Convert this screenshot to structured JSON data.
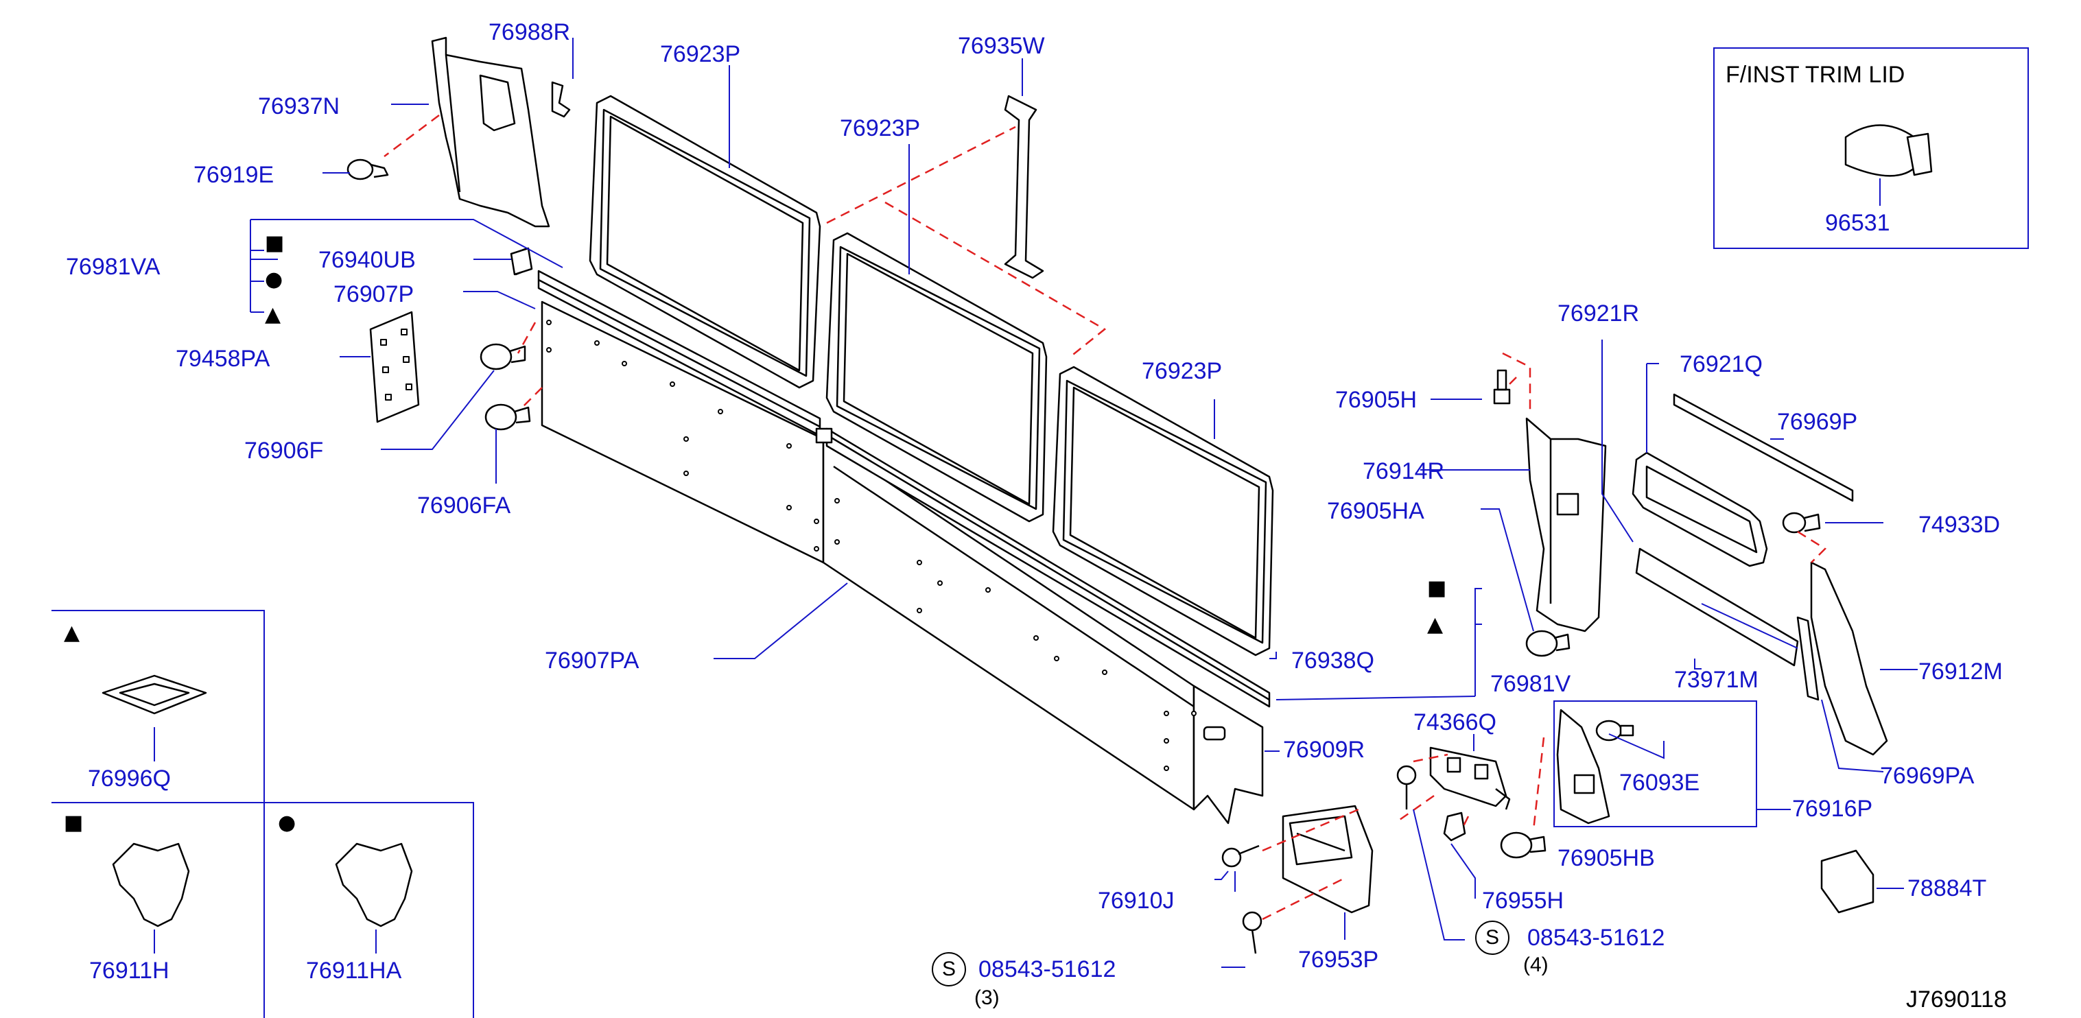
{
  "diagram_id": "J7690118",
  "inset_title": "F/INST  TRIM  LID",
  "legend": {
    "square": "■",
    "circle": "●",
    "triangle": "▲"
  },
  "screw_symbol": "S",
  "colors": {
    "label": "#1515c8",
    "leader": "#1515c8",
    "parts": "#000000",
    "dashed_link": "#e02020"
  },
  "parts": {
    "p76988R": "76988R",
    "p76923P_a": "76923P",
    "p76935W": "76935W",
    "p76937N": "76937N",
    "p76919E": "76919E",
    "p76923P_b": "76923P",
    "p76981VA": "76981VA",
    "p76940UB": "76940UB",
    "p76907P": "76907P",
    "p79458PA": "79458PA",
    "p76906F": "76906F",
    "p76906FA": "76906FA",
    "p76923P_c": "76923P",
    "p76921R": "76921R",
    "p76921Q": "76921Q",
    "p76905H": "76905H",
    "p76969P": "76969P",
    "p76914R": "76914R",
    "p76905HA": "76905HA",
    "p74933D": "74933D",
    "p76938Q": "76938Q",
    "p76912M": "76912M",
    "p76907PA": "76907PA",
    "p73971M": "73971M",
    "p76981V": "76981V",
    "p74366Q": "74366Q",
    "p76996Q": "76996Q",
    "p76909R": "76909R",
    "p76093E": "76093E",
    "p76969PA": "76969PA",
    "p76916P": "76916P",
    "p76905HB": "76905HB",
    "p76955H": "76955H",
    "p78884T": "78884T",
    "p76910J": "76910J",
    "p76911H": "76911H",
    "p76911HA": "76911HA",
    "p76953P": "76953P",
    "p96531": "96531",
    "screw_a": "08543-51612",
    "screw_a_qty": "(3)",
    "screw_b": "08543-51612",
    "screw_b_qty": "(4)"
  }
}
